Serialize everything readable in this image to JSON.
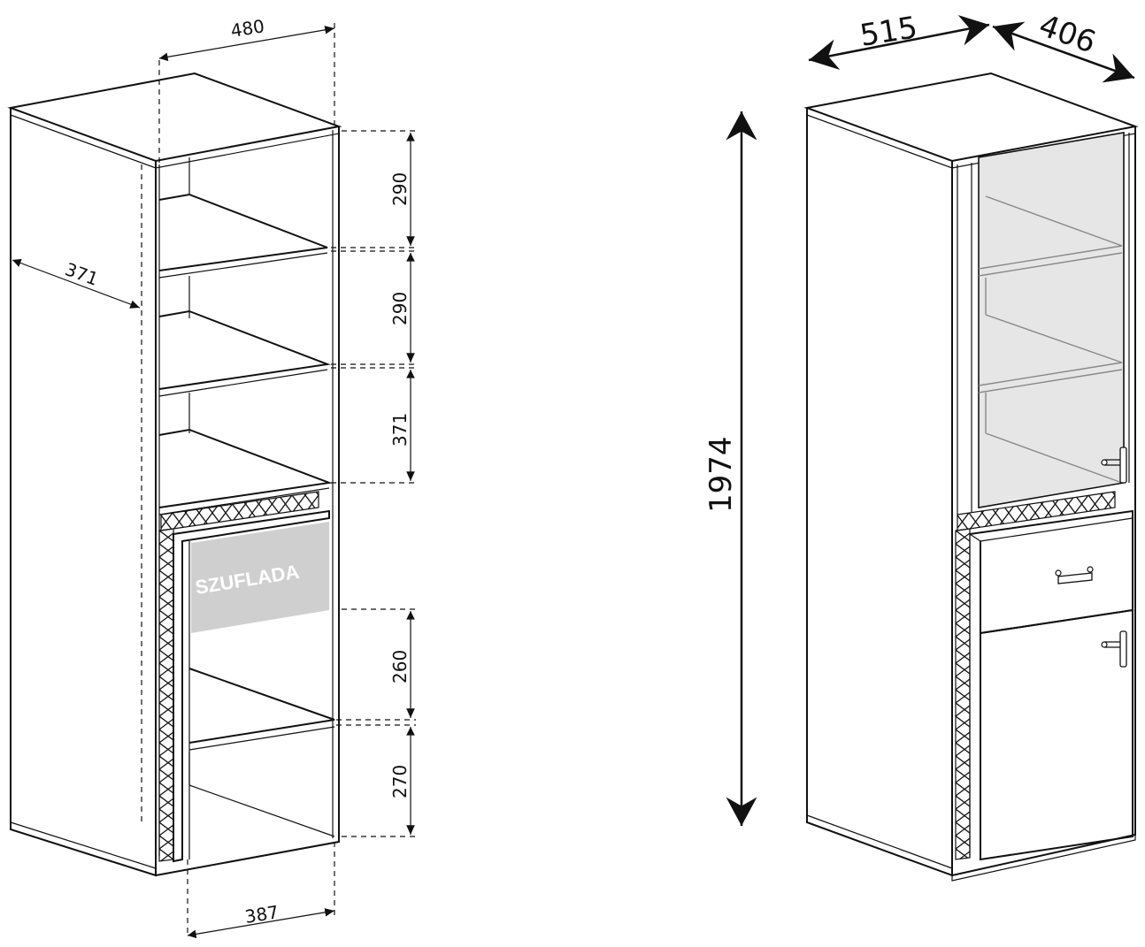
{
  "left_view": {
    "dimensions": {
      "top_width": "480",
      "side_depth": "371",
      "bottom_width": "387",
      "shelf_gap_1": "290",
      "shelf_gap_2": "290",
      "shelf_gap_3": "371",
      "lower_gap_1": "260",
      "lower_gap_2": "270"
    },
    "drawer_label": "SZUFLADA"
  },
  "right_view": {
    "dimensions": {
      "width": "515",
      "depth": "406",
      "height": "1974"
    }
  },
  "colors": {
    "line": "#111111",
    "glass": "#e6e6e6",
    "drawer_highlight": "#cfcfcf"
  }
}
